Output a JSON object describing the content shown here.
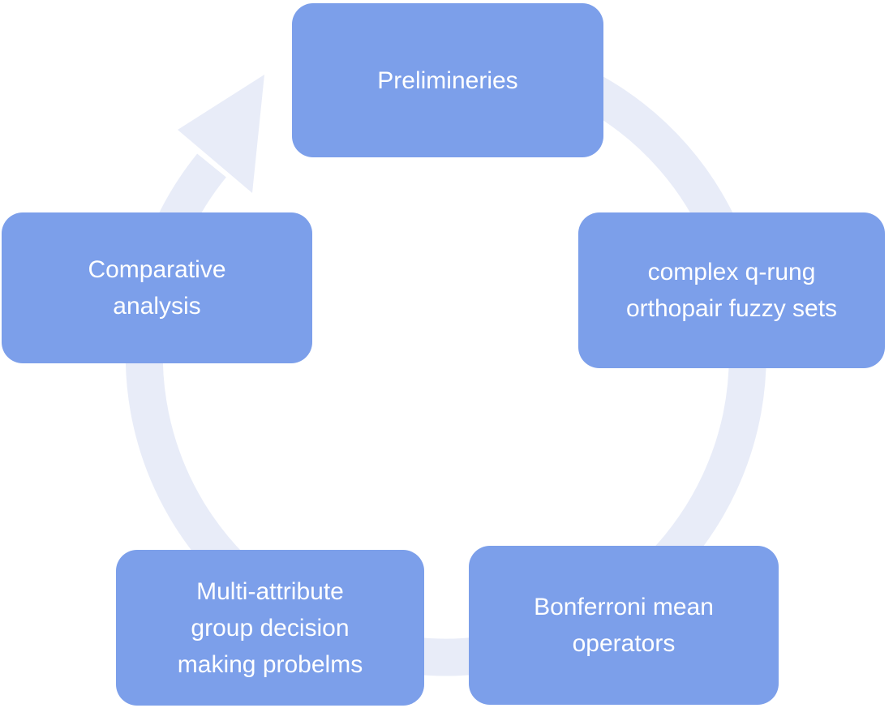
{
  "diagram": {
    "type": "cycle",
    "flow_direction": "clockwise",
    "node_count": 5
  },
  "nodes": [
    {
      "id": "preliminaries",
      "label": "Prelimineries"
    },
    {
      "id": "cqrofs",
      "label": "complex q-rung\northopair fuzzy sets"
    },
    {
      "id": "bonferroni",
      "label": "Bonferroni mean\noperators"
    },
    {
      "id": "magdm",
      "label": "Multi-attribute\ngroup decision\nmaking probelms"
    },
    {
      "id": "comparative",
      "label": "Comparative\nanalysis"
    }
  ],
  "colors": {
    "node_fill": "#7c9fea",
    "ring": "#e8ecf8",
    "text": "#ffffff",
    "background": "#ffffff"
  }
}
